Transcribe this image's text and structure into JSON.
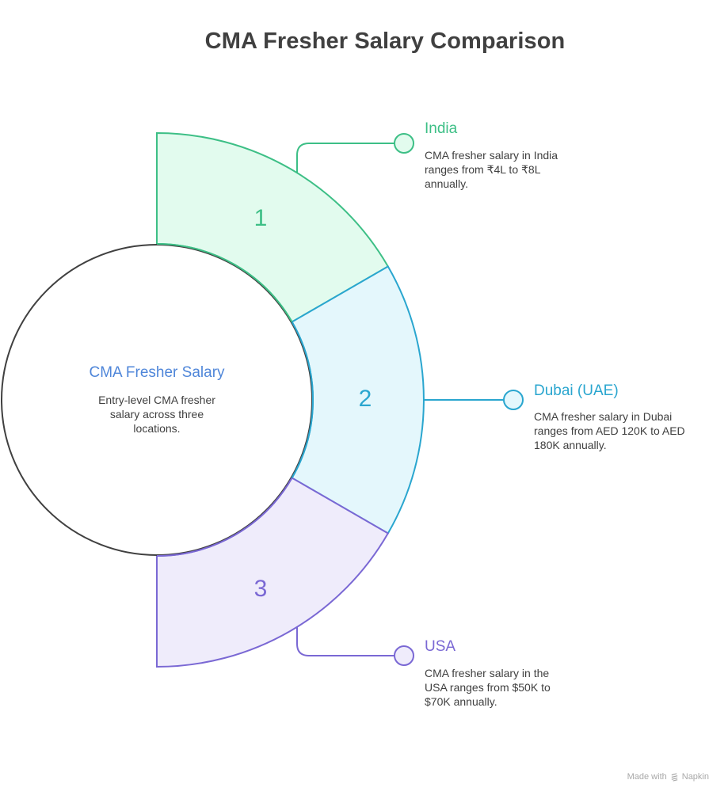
{
  "title": "CMA Fresher Salary Comparison",
  "center": {
    "title": "CMA Fresher Salary",
    "description": "Entry-level CMA fresher salary across three locations."
  },
  "segments": [
    {
      "number": "1",
      "label": "India",
      "description": "CMA fresher salary in India ranges from ₹4L to ₹8L annually.",
      "stroke": "#3dbf86",
      "fill": "#e2fbee"
    },
    {
      "number": "2",
      "label": "Dubai (UAE)",
      "description": "CMA fresher salary in Dubai ranges from AED 120K to AED 180K annually.",
      "stroke": "#2aa6cf",
      "fill": "#e4f7fc"
    },
    {
      "number": "3",
      "label": "USA",
      "description": "CMA fresher salary in the USA ranges from $50K to $70K annually.",
      "stroke": "#7a68d4",
      "fill": "#efecfb"
    }
  ],
  "colors": {
    "title": "#404040",
    "center_title": "#4f86d9",
    "body_text": "#404040",
    "circle_stroke": "#404040"
  },
  "credit": {
    "prefix": "Made with",
    "brand": "Napkin",
    "icon": "napkin-logo-icon"
  }
}
